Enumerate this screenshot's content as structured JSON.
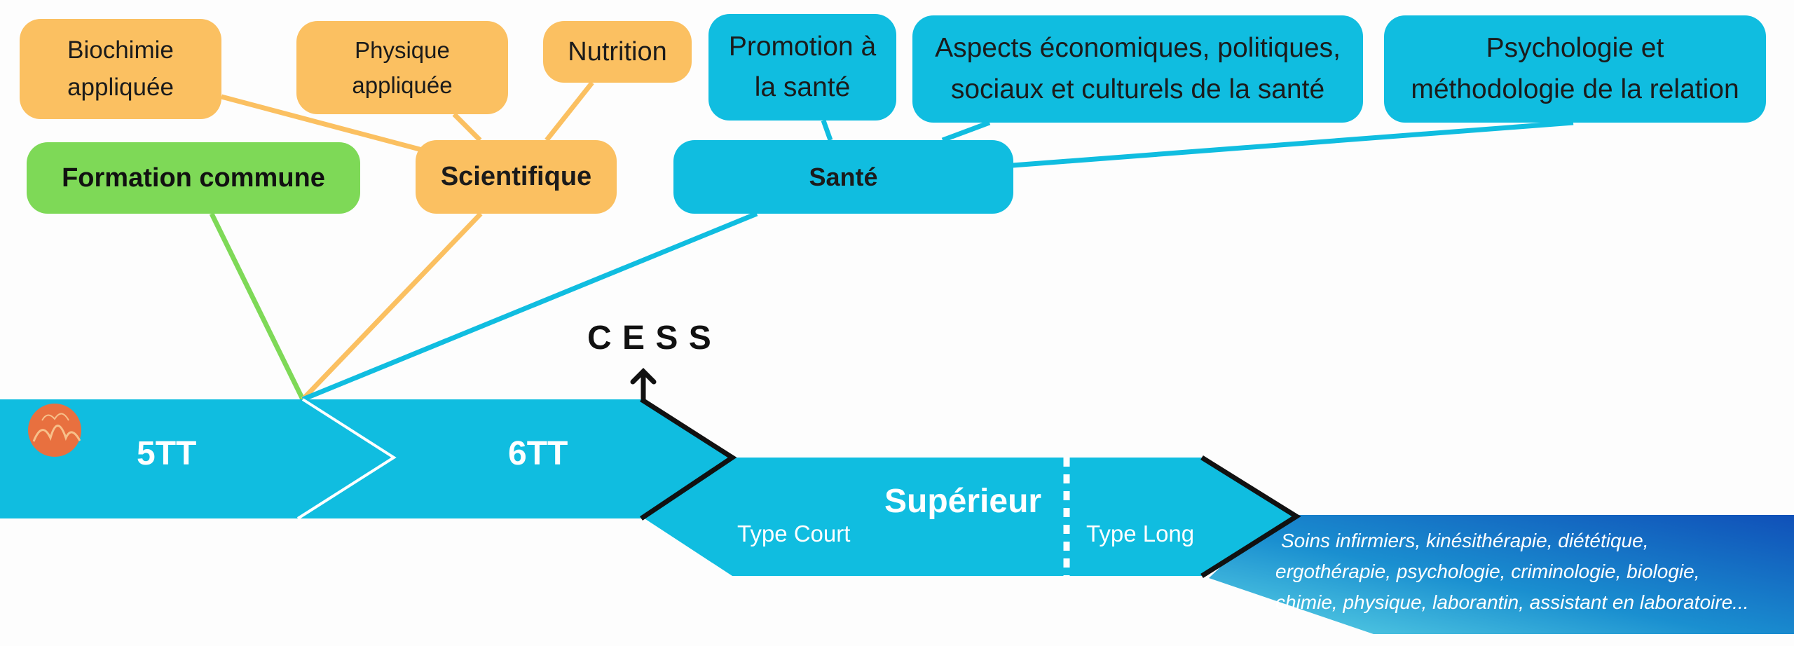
{
  "colors": {
    "accent_blue": "#10bde0",
    "orange": "#fbc061",
    "green": "#7ed957",
    "gradient_start": "#5ed6e6",
    "gradient_end": "#1050b8",
    "logo": "#e8703f"
  },
  "boxes": {
    "biochimie": "Biochimie\nappliquée",
    "physique": "Physique\nappliquée",
    "nutrition": "Nutrition",
    "promotion": "Promotion à\nla santé",
    "aspects": "Aspects économiques, politiques,\nsociaux et culturels de la santé",
    "psychologie": "Psychologie et\nméthodologie de la relation",
    "formation_commune": "Formation commune",
    "scientifique": "Scientifique",
    "sante": "Santé"
  },
  "timeline": {
    "year5": "5TT",
    "year6": "6TT",
    "cess": "C E S S",
    "superieur": "Supérieur",
    "type_court": "Type Court",
    "type_long": "Type Long"
  },
  "careers": [
    "Soins infirmiers, kinésithérapie, diététique,",
    "ergothérapie, psychologie, criminologie, biologie,",
    "chimie, physique, laborantin, assistant en laboratoire..."
  ],
  "icons": {
    "logo": "logo-icon",
    "arrow": "arrow-up-icon"
  }
}
